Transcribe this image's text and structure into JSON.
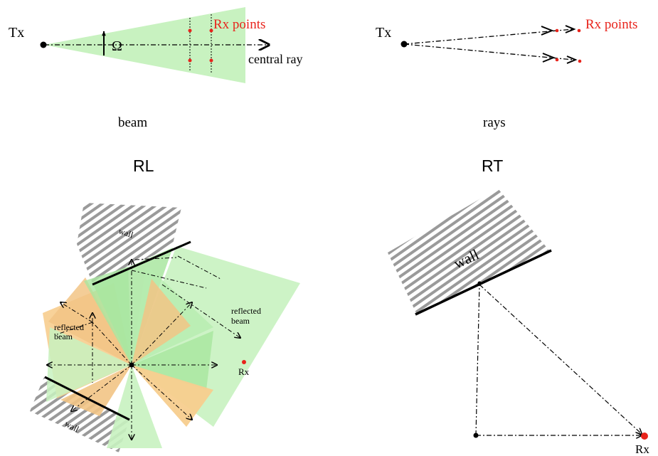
{
  "top_left": {
    "tx_label": "Tx",
    "rx_label": "Rx points",
    "omega_label": "Ω",
    "central_ray_label": "central ray",
    "caption": "beam"
  },
  "top_right": {
    "tx_label": "Tx",
    "rx_label": "Rx points",
    "caption": "rays"
  },
  "headings": {
    "left": "RL",
    "right": "RT"
  },
  "bottom_left": {
    "wall_label_top": "wall",
    "wall_label_bottom": "wall",
    "reflected_beam_left": [
      "reflected",
      "beam"
    ],
    "reflected_beam_right": [
      "reflected",
      "beam"
    ],
    "rx_label": "Rx"
  },
  "bottom_right": {
    "wall_label": "wall",
    "rx_label": "Rx"
  },
  "colors": {
    "beam_green": "#c8f2c0",
    "beam_green_dark": "#a9e6a0",
    "beam_orange": "#f7cd8e",
    "rx_red": "#e8231b",
    "hatch_gray": "#9a9a9a",
    "line_black": "#000000"
  }
}
